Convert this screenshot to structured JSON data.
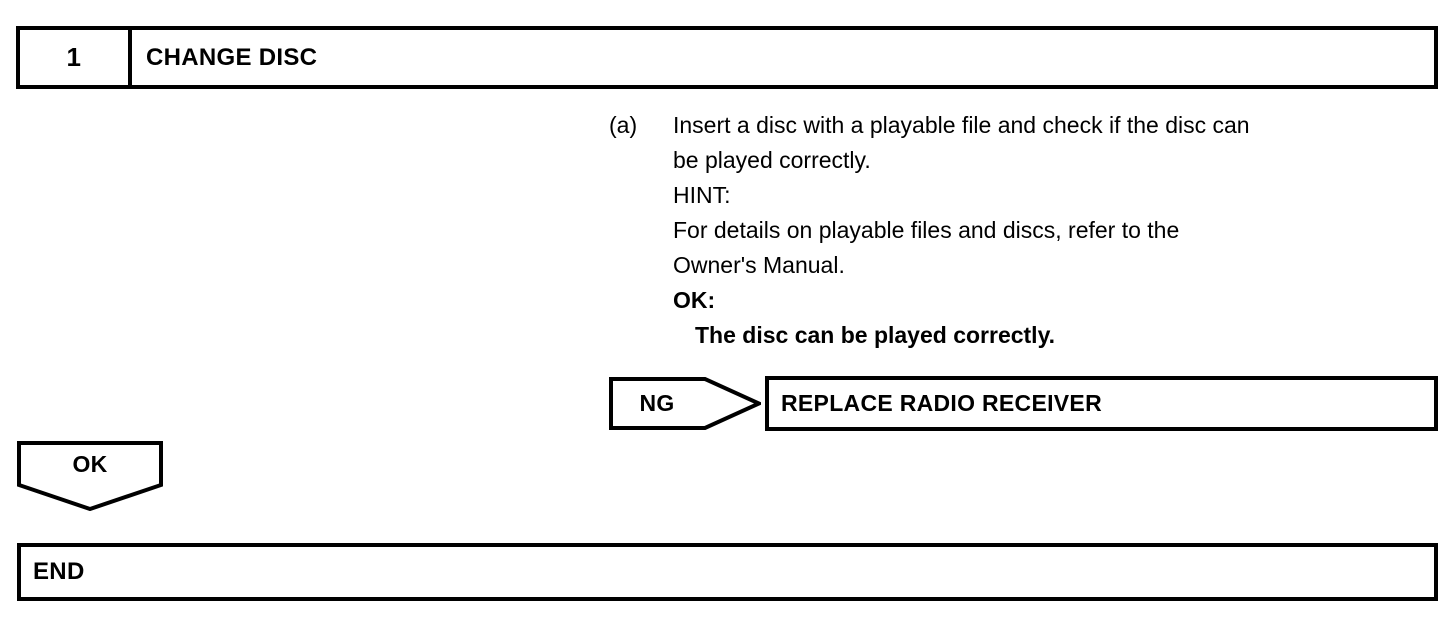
{
  "step": {
    "number": "1",
    "title": "CHANGE DISC"
  },
  "procedure": {
    "label": "(a)",
    "lines": [
      {
        "text": "Insert a disc with a playable file and check if the disc can",
        "bold": false,
        "indent": false
      },
      {
        "text": "be played correctly.",
        "bold": false,
        "indent": false
      },
      {
        "text": "HINT:",
        "bold": false,
        "indent": false
      },
      {
        "text": "For details on playable files and discs, refer to the",
        "bold": false,
        "indent": false
      },
      {
        "text": "Owner's Manual.",
        "bold": false,
        "indent": false
      },
      {
        "text": "OK:",
        "bold": true,
        "indent": false
      },
      {
        "text": "The disc can be played correctly.",
        "bold": true,
        "indent": true
      }
    ]
  },
  "ng_branch": {
    "flag_label": "NG",
    "action": "REPLACE RADIO RECEIVER"
  },
  "ok_branch": {
    "flag_label": "OK"
  },
  "end": {
    "label": "END"
  },
  "colors": {
    "ink": "#000000",
    "paper": "#ffffff"
  }
}
